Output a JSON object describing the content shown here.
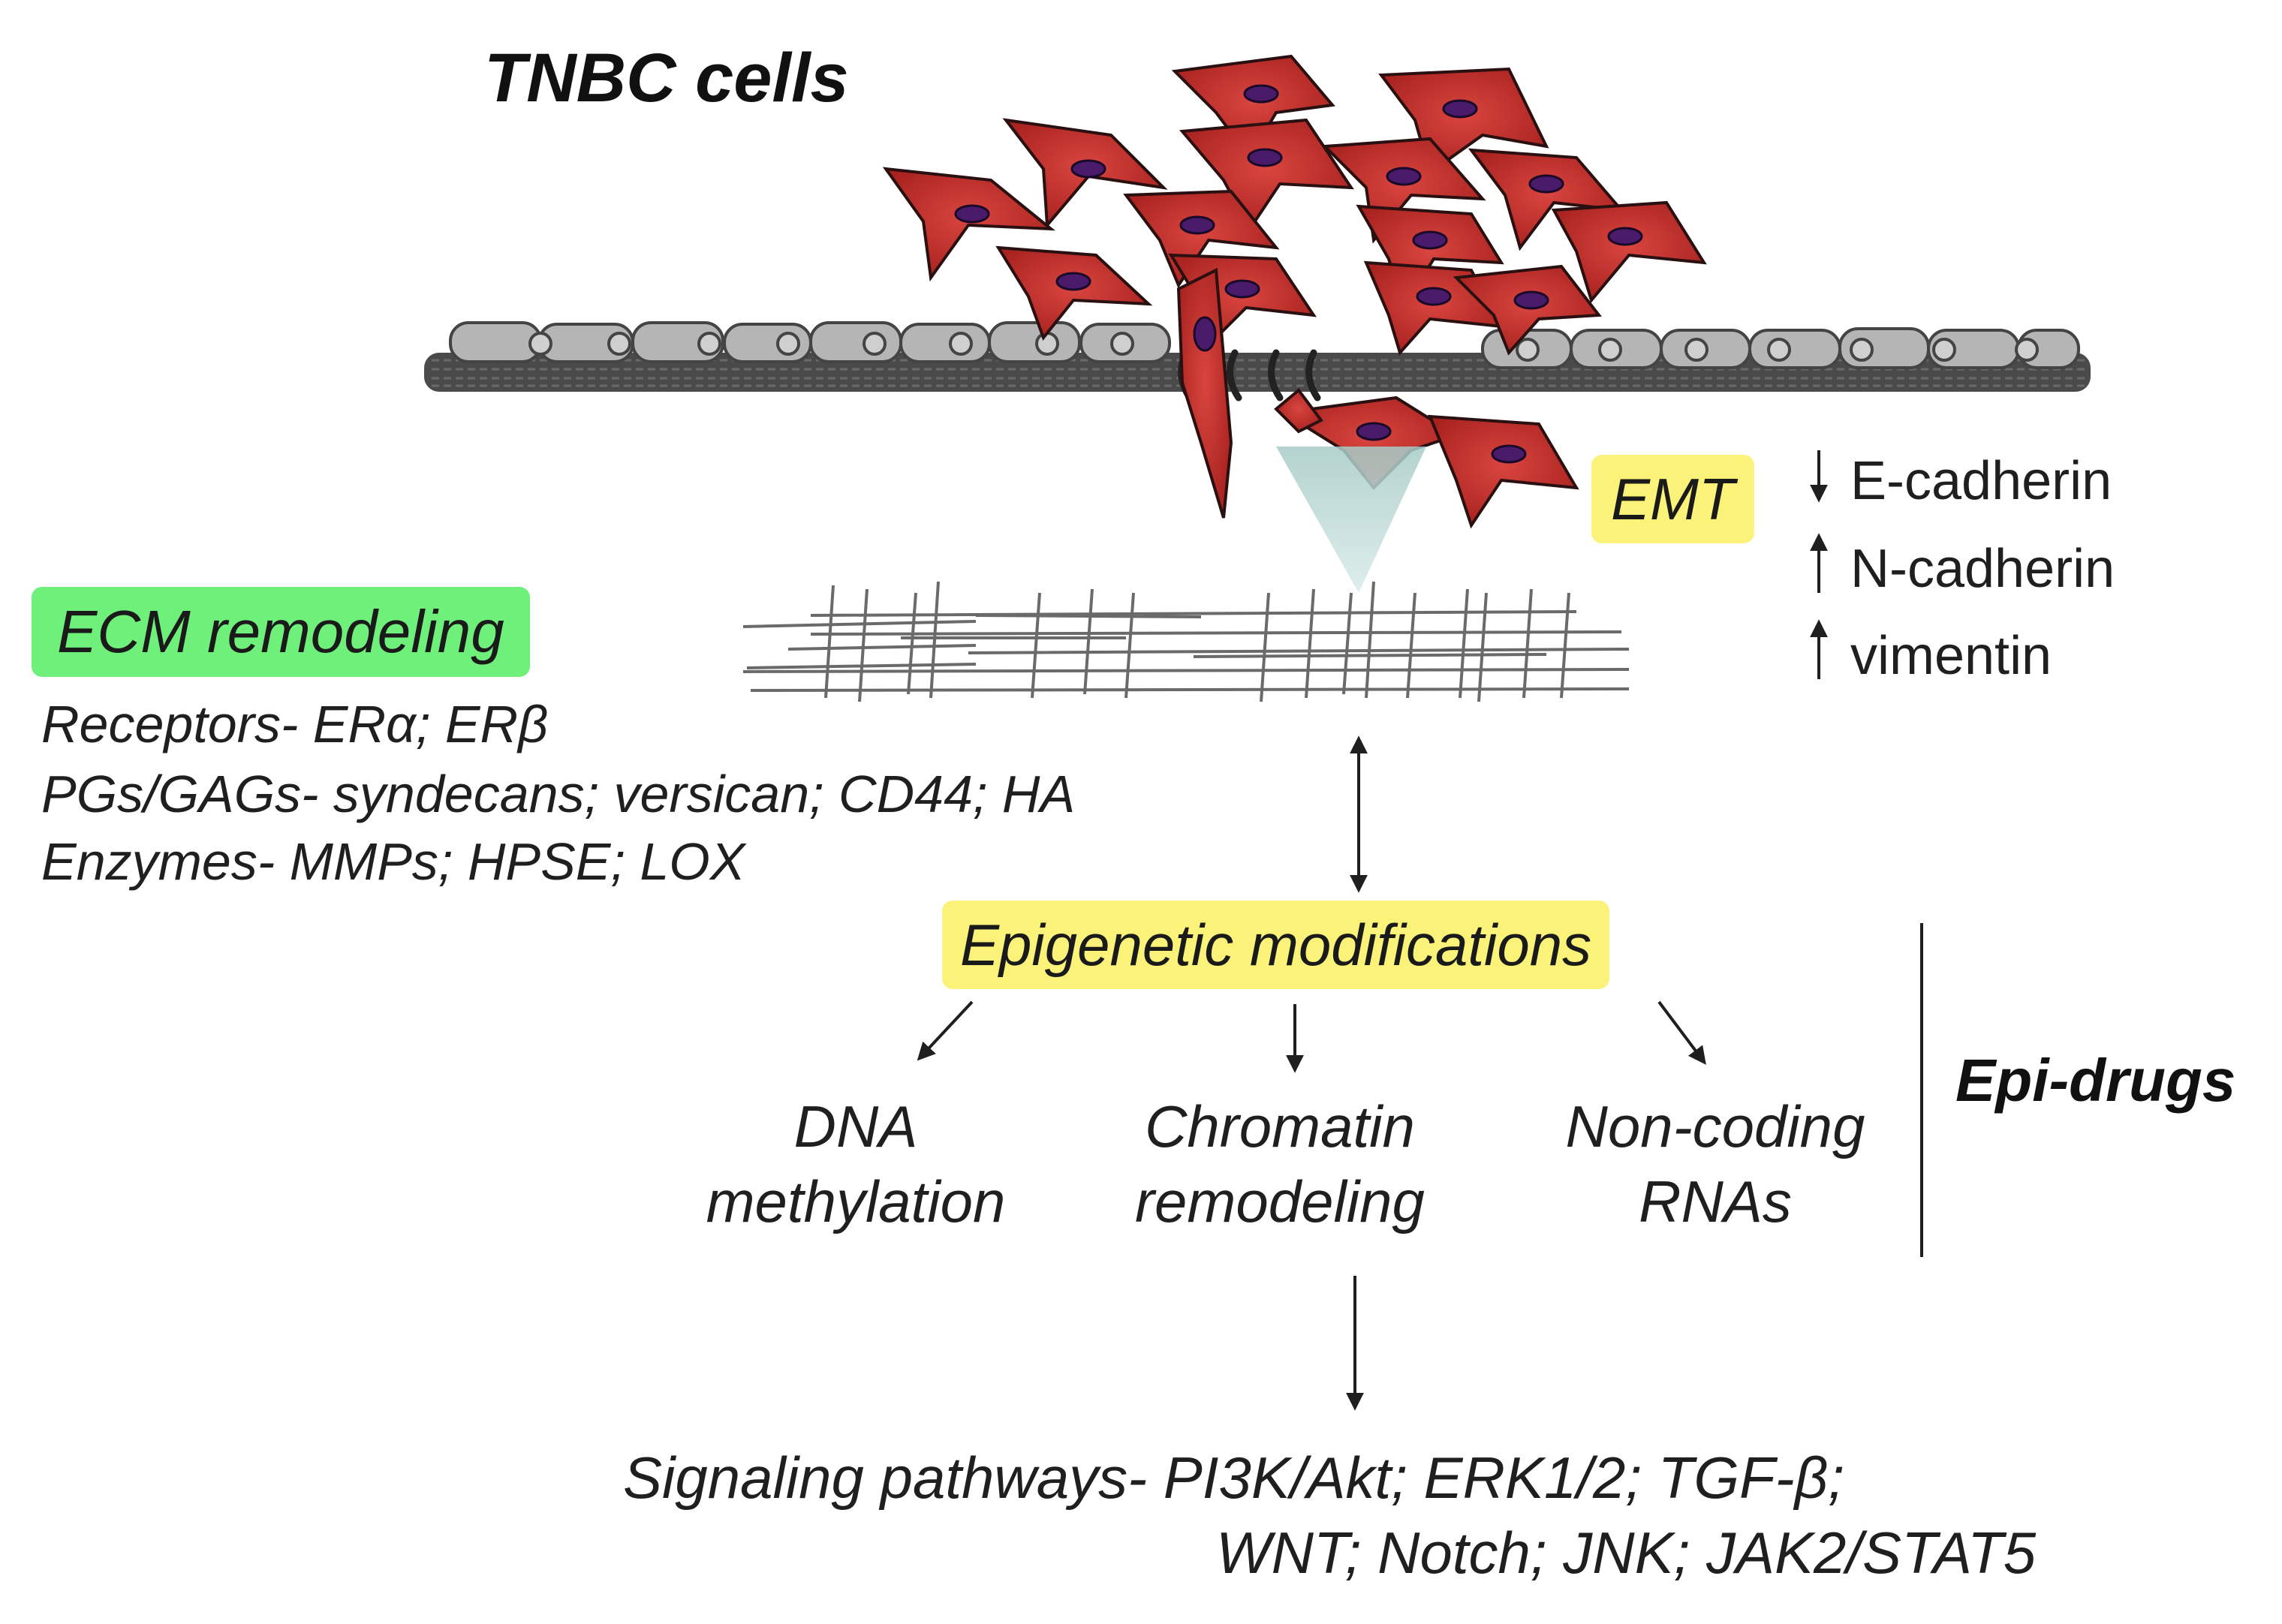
{
  "title": "TNBC cells",
  "emt": {
    "label": "EMT",
    "markers": [
      {
        "direction": "down",
        "name": "E-cadherin"
      },
      {
        "direction": "up",
        "name": "N-cadherin"
      },
      {
        "direction": "up",
        "name": "vimentin"
      }
    ]
  },
  "ecm": {
    "label": "ECM remodeling",
    "lines": [
      "Receptors- ERα; ERβ",
      "PGs/GAGs- syndecans; versican; CD44; HA",
      "Enzymes- MMPs; HPSE; LOX"
    ]
  },
  "epigenetic": {
    "label": "Epigenetic modifications",
    "branches": [
      {
        "line1": "DNA",
        "line2": "methylation"
      },
      {
        "line1": "Chromatin",
        "line2": "remodeling"
      },
      {
        "line1": "Non-coding",
        "line2": "RNAs"
      }
    ]
  },
  "epi_drugs": "Epi-drugs",
  "signaling": {
    "line1": "Signaling pathways- PI3K/Akt; ERK1/2; TGF-β;",
    "line2": "WNT; Notch; JNK; JAK2/STAT5"
  },
  "colors": {
    "cell_red": "#c0302b",
    "nucleus_purple": "#4a1a6b",
    "epithelial_gray": "#b5b5b5",
    "membrane_dark": "#555555",
    "ecm_highlight": "#6ef07a",
    "yellow_highlight": "#fbf27a",
    "beam_teal": "#b9d6d3"
  }
}
